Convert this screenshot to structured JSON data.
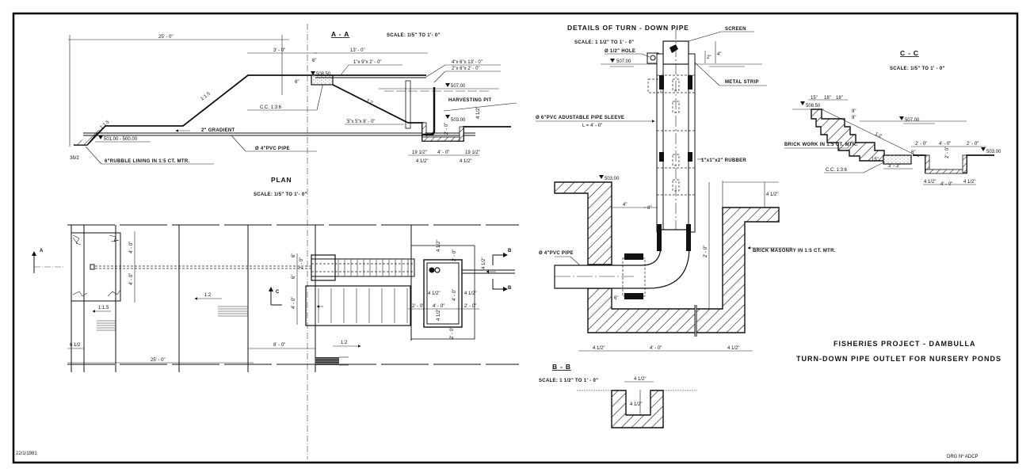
{
  "sheet": {
    "project_title": "FISHERIES PROJECT - DAMBULLA",
    "drawing_title": "TURN-DOWN PIPE OUTLET FOR NURSERY PONDS",
    "date": "22/1/1981",
    "drawing_number": "DRG Nº ADCP"
  },
  "section_aa": {
    "title": "A - A",
    "scale": "SCALE: 1/5\" TO 1'- 0\"",
    "dims": {
      "overall": "25' - 0\"",
      "top": "3' - 0\"",
      "width13": "13' - 0\"",
      "d6a": "6\"",
      "d6b": "6\"",
      "h4half": "4 1/2\"",
      "d2": "2' - 0\"",
      "bottom_left": "19 1/2\"",
      "bottom_mid": "4' - 0\"",
      "bottom_right": "19 1/2\"",
      "sub_left": "4 1/2\"",
      "sub_right": "4 1/2\"",
      "toe": "36/2"
    },
    "labels": {
      "plank1": "1\"x 9\"x 2' - 0\"",
      "plank2": "4\"x 6\"x 13' - 0\"",
      "plank3": "2\"x 6\"x 2' - 0\"",
      "post": "5\"x 5\"x 8' - 0\"",
      "level_top": "508.50",
      "level_water": "507.00",
      "level_pit": "503.00",
      "level_toe": "501.00 - 500.00",
      "slope_outer": "1:1.5",
      "slope_outer2": "1:1.5",
      "slope_inner": "1:2",
      "cc": "C.C.  1:3:6",
      "harvest": "HARVESTING  PIT",
      "gradient": "2\"  GRADIENT",
      "pipe": "Ø 4\"PVC  PIPE",
      "rubble": "6\"RUBBLE LINING IN 1:5 CT. MTR."
    }
  },
  "plan": {
    "title": "PLAN",
    "scale": "SCALE: 1/5\" TO 1'- 0\"",
    "section_a": "A",
    "section_b": "B",
    "section_c": "C",
    "dims": {
      "d4a": "4' - 0\"",
      "d4b": "4' - 0\"",
      "slope1": "1:1.5",
      "slope2": "1:2",
      "slope3": "1:2",
      "d6half": "6 1/2",
      "overall": "25' - 0\"",
      "d8": "8' - 0\"",
      "d6a": "6\"",
      "d2": "2' - 0\"",
      "d6b": "6\"",
      "d4c": "4' - 0\"",
      "d4half1": "4 1/2\"",
      "d2b": "2' - 0\"",
      "d4half2": "4 1/2\"",
      "d4half3": "4 1/2\"",
      "d2c": "2' - 0\"",
      "d4d": "4' - 0\"",
      "d2d": "2' - 0\"",
      "d4half4": "4 1/2\"",
      "d2e": "2' - 0\"",
      "d4half5": "4 1/2\""
    }
  },
  "turn_down": {
    "title": "DETAILS  OF  TURN - DOWN  PIPE",
    "scale": "SCALE: 1 1/2\" TO 1' - 0\"",
    "labels": {
      "screen": "SCREEN",
      "hole": "Ø 1/2\" HOLE",
      "level_water": "507.00",
      "metal_strip": "METAL  STRIP",
      "sleeve": "Ø 6\"PVC  ADUSTABLE  PIPE  SLEEVE",
      "sleeve_len": "L = 4' - 0\"",
      "rubber": "1\"x1\"x2\" RUBBER",
      "level_base": "503.00",
      "pipe": "Ø 4\"PVC PIPE",
      "masonry": "BRICK  MASONRY  IN 1:5 CT. MTR."
    },
    "dims": {
      "d2": "2\"",
      "d4": "4\"",
      "d4b": "4\"",
      "d8": "~ 8\"",
      "d20": "2' - 0\"",
      "d4half_top": "4 1/2\"",
      "d6": "6\"",
      "bot_left": "4 1/2\"",
      "bot_mid": "4' - 0\"",
      "bot_right": "4 1/2\""
    }
  },
  "section_cc": {
    "title": "C - C",
    "scale": "SCALE: 1/5\" TO 1' - 0\"",
    "labels": {
      "level_top": "508.50",
      "level_water": "507.00",
      "level_pit": "503.00",
      "slope": "1:2",
      "brickwork": "BRICK WORK  IN  1:5  CT. MTR.",
      "cc": "C.C.  1:3:6"
    },
    "dims": {
      "s15": "15\"",
      "s18a": "18\"",
      "s18b": "18\"",
      "r9a": "9\"",
      "r9b": "9\"",
      "d15": "15\"",
      "d33": "3' - 3\"",
      "d20a": "2' - 0\"",
      "d40": "4' - 0\"",
      "d20b": "2' - 0\"",
      "d6": "6\"",
      "dv2": "2' - 0\"",
      "b4half1": "4 1/2\"",
      "b40": "4' - 0\"",
      "b4half2": "4 1/2\""
    }
  },
  "section_bb": {
    "title": "B - B",
    "scale": "SCALE: 1 1/2\" TO 1' - 0\"",
    "dims": {
      "width": "4 1/2\"",
      "height": "4 1/2\""
    }
  }
}
